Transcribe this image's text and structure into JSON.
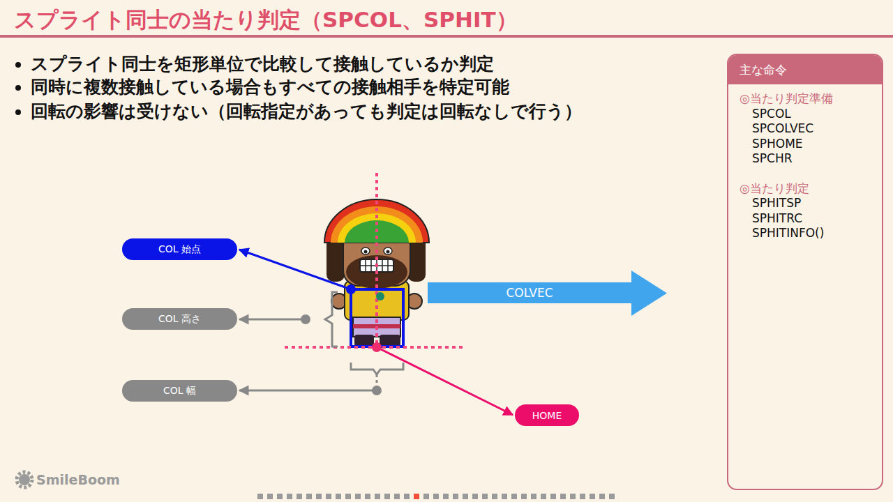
{
  "diagram": {
    "title": "スプライト同士の当たり判定（SPCOL、SPHIT）",
    "nodes": [
      {
        "text": [
          "主な命令",
          "◎当たり判定準備",
          "SPCOL",
          "SPCOLVEC",
          "SPHOME",
          "SPCHR",
          "◎当たり判定",
          "SPHITSP",
          "SPHITRC",
          "SPHITINFO()"
        ]
      },
      {
        "text": [
          "COL 始点"
        ]
      },
      {
        "text": [
          "COLVEC"
        ]
      },
      {
        "text": [
          "COL 高さ"
        ]
      },
      {
        "text": [
          "COL 幅"
        ]
      },
      {
        "text": [
          "HOME"
        ]
      }
    ],
    "labels": [
      "スプライト同士を矩形単位で比較して接触しているか判定",
      "同時に複数接触している場合もすべての接触相手を特定可能",
      "回転の影響は受けない（回転指定があっても判定は回転なしで行う）",
      "SmileBoom"
    ]
  }
}
